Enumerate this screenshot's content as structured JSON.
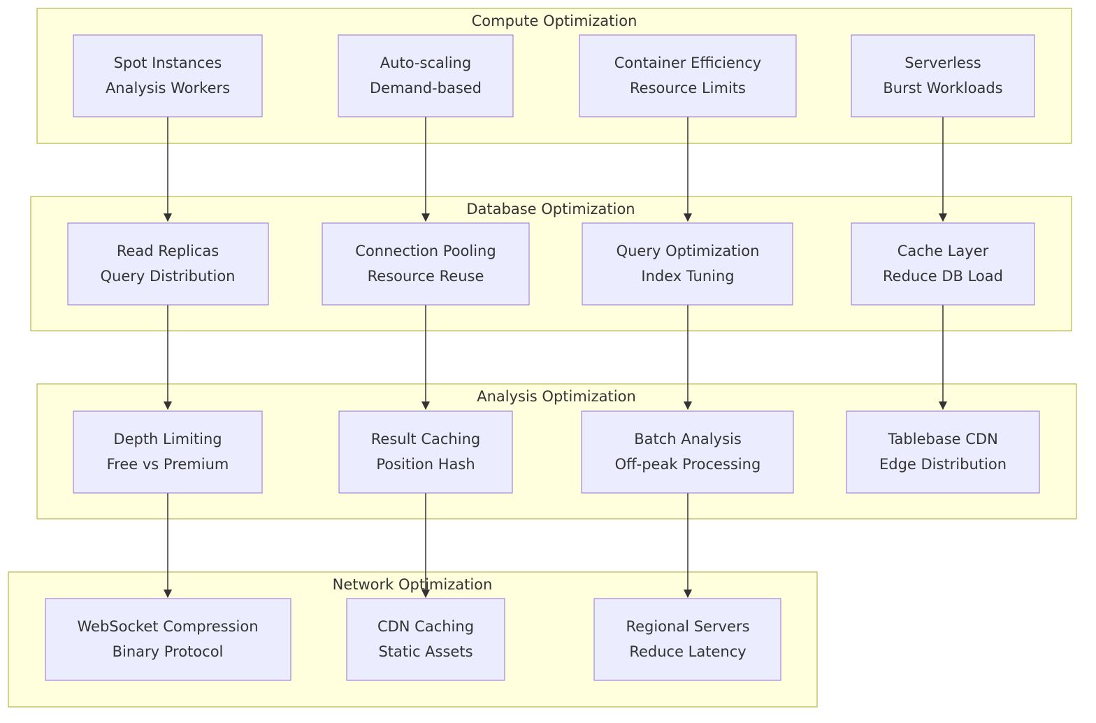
{
  "clusters": [
    {
      "id": "compute",
      "title": "Compute Optimization"
    },
    {
      "id": "database",
      "title": "Database Optimization"
    },
    {
      "id": "analysis",
      "title": "Analysis Optimization"
    },
    {
      "id": "network",
      "title": "Network Optimization"
    }
  ],
  "nodes": [
    {
      "id": "spot",
      "cluster": "compute",
      "line1": "Spot Instances",
      "line2": "Analysis Workers"
    },
    {
      "id": "autoscale",
      "cluster": "compute",
      "line1": "Auto-scaling",
      "line2": "Demand-based"
    },
    {
      "id": "container",
      "cluster": "compute",
      "line1": "Container Efficiency",
      "line2": "Resource Limits"
    },
    {
      "id": "serverless",
      "cluster": "compute",
      "line1": "Serverless",
      "line2": "Burst Workloads"
    },
    {
      "id": "replicas",
      "cluster": "database",
      "line1": "Read Replicas",
      "line2": "Query Distribution"
    },
    {
      "id": "pooling",
      "cluster": "database",
      "line1": "Connection Pooling",
      "line2": "Resource Reuse"
    },
    {
      "id": "queryopt",
      "cluster": "database",
      "line1": "Query Optimization",
      "line2": "Index Tuning"
    },
    {
      "id": "cache",
      "cluster": "database",
      "line1": "Cache Layer",
      "line2": "Reduce DB Load"
    },
    {
      "id": "depth",
      "cluster": "analysis",
      "line1": "Depth Limiting",
      "line2": "Free vs Premium"
    },
    {
      "id": "resultcache",
      "cluster": "analysis",
      "line1": "Result Caching",
      "line2": "Position Hash"
    },
    {
      "id": "batch",
      "cluster": "analysis",
      "line1": "Batch Analysis",
      "line2": "Off-peak Processing"
    },
    {
      "id": "tablebase",
      "cluster": "analysis",
      "line1": "Tablebase CDN",
      "line2": "Edge Distribution"
    },
    {
      "id": "websocket",
      "cluster": "network",
      "line1": "WebSocket Compression",
      "line2": "Binary Protocol"
    },
    {
      "id": "cdncache",
      "cluster": "network",
      "line1": "CDN Caching",
      "line2": "Static Assets"
    },
    {
      "id": "regional",
      "cluster": "network",
      "line1": "Regional Servers",
      "line2": "Reduce Latency"
    }
  ],
  "edges": [
    {
      "from": "spot",
      "to": "replicas"
    },
    {
      "from": "autoscale",
      "to": "pooling"
    },
    {
      "from": "container",
      "to": "queryopt"
    },
    {
      "from": "serverless",
      "to": "cache"
    },
    {
      "from": "replicas",
      "to": "depth"
    },
    {
      "from": "pooling",
      "to": "resultcache"
    },
    {
      "from": "queryopt",
      "to": "batch"
    },
    {
      "from": "cache",
      "to": "tablebase"
    },
    {
      "from": "depth",
      "to": "websocket"
    },
    {
      "from": "resultcache",
      "to": "cdncache"
    },
    {
      "from": "batch",
      "to": "regional"
    }
  ],
  "colors": {
    "cluster_fill": "#ffffde",
    "cluster_stroke": "#aaaa33",
    "node_fill": "#ececff",
    "node_stroke": "#9370db",
    "edge": "#333333",
    "text": "#333333"
  }
}
